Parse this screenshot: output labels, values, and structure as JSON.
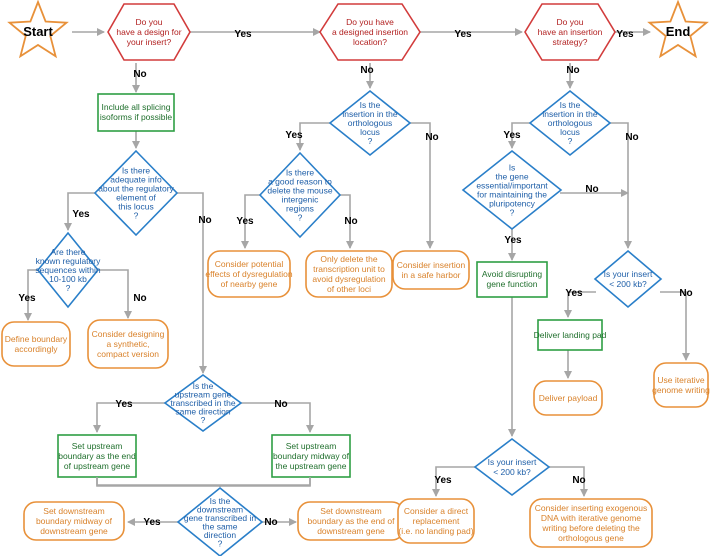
{
  "terminals": {
    "start": "Start",
    "end": "End"
  },
  "colors": {
    "question_red": "#d23c3c",
    "question_blue": "#2a7fc9",
    "action_green": "#2e9e44",
    "outcome_orange": "#e8913a",
    "connector": "#a6a6a6"
  },
  "nodes": {
    "q_design": [
      "Do you",
      "have a design for",
      "your insert?"
    ],
    "q_location": [
      "Do you have",
      "a designed insertion",
      "location?"
    ],
    "q_strategy": [
      "Do you",
      "have an insertion",
      "strategy?"
    ],
    "a_splicing": [
      "Include all splicing",
      "isoforms if possible"
    ],
    "q_regulatory": [
      "Is there",
      "adequate info",
      "about the regulatory",
      "element of",
      "this locus",
      "?"
    ],
    "q_known": [
      "Are there",
      "known regulatory",
      "sequences within",
      "10-100 kb",
      "?"
    ],
    "o_define": [
      "Define boundary",
      "accordingly"
    ],
    "o_synthetic": [
      "Consider designing",
      "a synthetic,",
      "compact version"
    ],
    "q_upstream": [
      "Is the",
      "upstream gene",
      "transcribed in the",
      "same direction",
      "?"
    ],
    "a_up_end": [
      "Set upstream",
      "boundary as the end",
      "of  upstream gene"
    ],
    "a_up_mid": [
      "Set upstream",
      "boundary midway of",
      "the upstream gene"
    ],
    "q_downstream": [
      "Is the",
      "downstream",
      "gene transcribed in",
      "the same",
      "direction",
      "?"
    ],
    "o_down_mid": [
      "Set downstream",
      "boundary midway of",
      "downstream gene"
    ],
    "o_down_end": [
      "Set downstream",
      "boundary as the end of",
      "downstream gene"
    ],
    "q_ortho1": [
      "Is the",
      "insertion in the",
      "orthologous",
      "locus",
      "?"
    ],
    "q_reason": [
      "Is there",
      "a good reason to",
      "delete the mouse",
      "intergenic",
      "regions",
      "?"
    ],
    "o_effects": [
      "Consider potential",
      "effects of dysregulation",
      "of nearby gene"
    ],
    "o_unit": [
      "Only delete the",
      "transcription unit to",
      "avoid dysregulation",
      "of other loci"
    ],
    "o_safe": [
      "Consider insertion",
      "in a safe harbor"
    ],
    "q_ortho2": [
      "Is the",
      "insertion in the",
      "orthologous",
      "locus",
      "?"
    ],
    "q_essential": [
      "Is",
      "the gene",
      "essential/important",
      "for maintaining the",
      "pluripotency",
      "?"
    ],
    "a_avoid": [
      "Avoid disrupting",
      "gene function"
    ],
    "q_insert_a": [
      "Is your insert",
      "< 200 kb?"
    ],
    "a_landing": [
      "Deliver landing pad"
    ],
    "o_payload": [
      "Deliver payload"
    ],
    "o_iterative": [
      "Use iterative",
      "genome writing"
    ],
    "q_insert_b": [
      "Is your insert",
      "< 200 kb?"
    ],
    "o_direct": [
      "Consider a direct",
      "replacement",
      "(i.e. no landing pad)"
    ],
    "o_exogenous": [
      "Consider inserting exogenous",
      "DNA with iterative genome",
      "writing before deleting the",
      "orthologous gene"
    ]
  },
  "edges": {
    "yes": "Yes",
    "no": "No"
  }
}
